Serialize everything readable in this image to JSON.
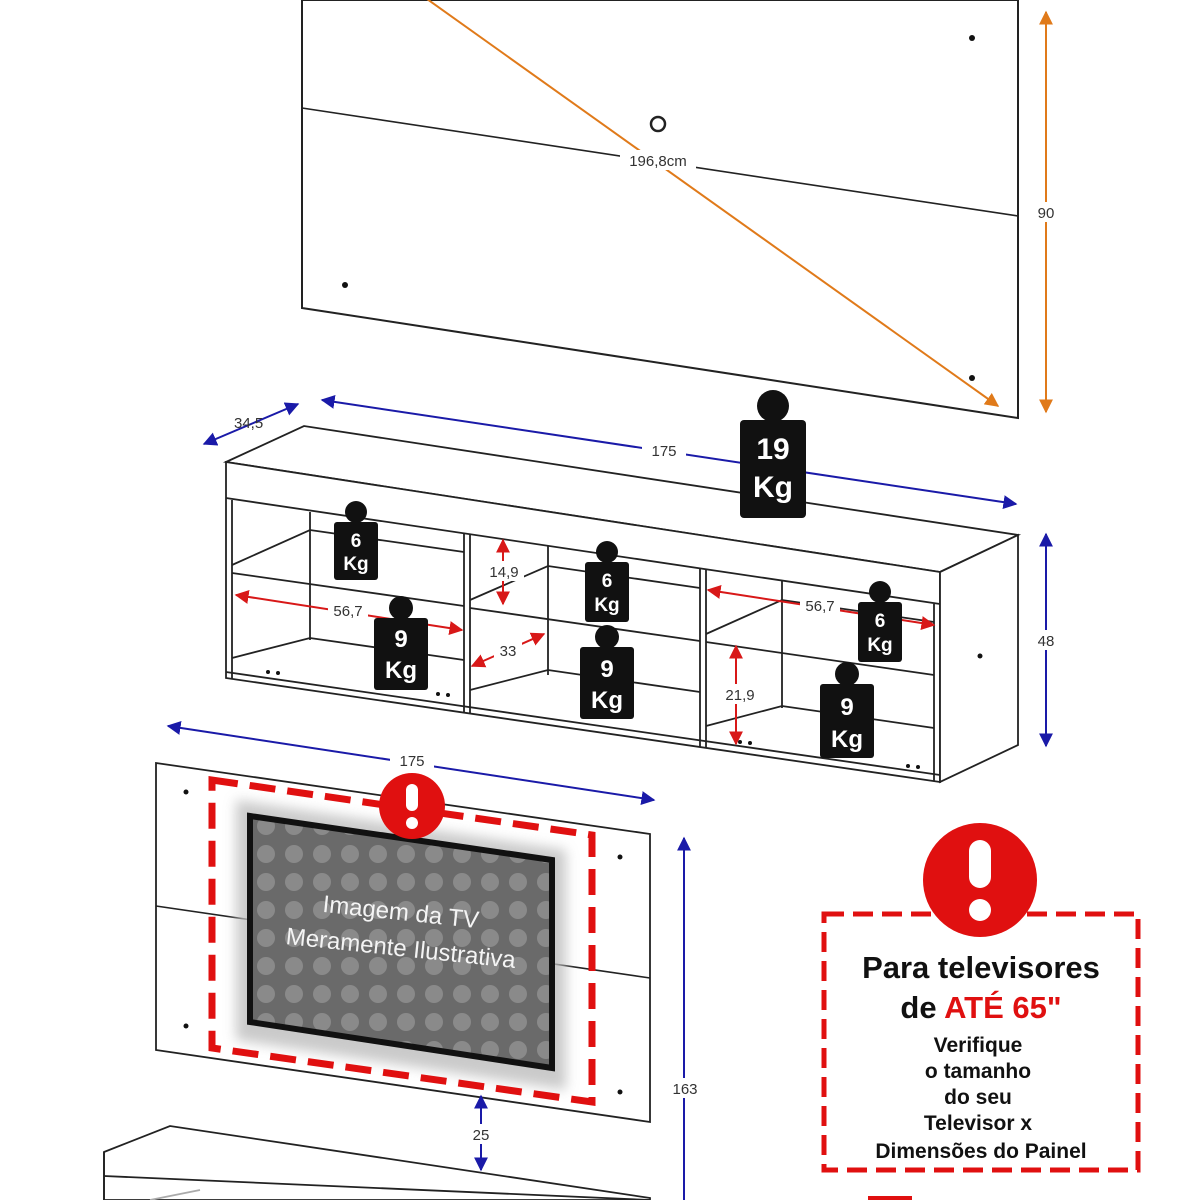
{
  "panel_top": {
    "diagonal_label": "196,8cm",
    "height_label": "90"
  },
  "rack": {
    "depth_label": "34,5",
    "width_label": "175",
    "height_label": "48",
    "shelf_width_left": "56,7",
    "shelf_width_right": "56,7",
    "niche_height_small": "14,9",
    "niche_depth": "33",
    "niche_height_large": "21,9"
  },
  "weights": {
    "top": {
      "value": "19",
      "unit": "Kg"
    },
    "left_upper": {
      "value": "6",
      "unit": "Kg"
    },
    "left_lower": {
      "value": "9",
      "unit": "Kg"
    },
    "mid_upper": {
      "value": "6",
      "unit": "Kg"
    },
    "mid_lower": {
      "value": "9",
      "unit": "Kg"
    },
    "right_upper": {
      "value": "6",
      "unit": "Kg"
    },
    "right_lower": {
      "value": "9",
      "unit": "Kg"
    }
  },
  "assembly": {
    "width_label": "175",
    "height_label": "163",
    "gap_label": "25",
    "tv_caption_line1": "Imagem da TV",
    "tv_caption_line2": "Meramente Ilustrativa"
  },
  "notice": {
    "title_line1": "Para televisores",
    "title_line2_prefix": "de ",
    "title_line2_highlight": "ATÉ 65\"",
    "body_line1": "Verifique",
    "body_line2": "o tamanho",
    "body_line3": "do seu",
    "body_line4": "Televisor x",
    "body_line5": "Dimensões do Painel"
  },
  "colors": {
    "diagonal": "#e07a1a",
    "dimension_blue": "#1a1aa8",
    "dimension_red": "#d81818",
    "warning_red": "#e01010"
  }
}
